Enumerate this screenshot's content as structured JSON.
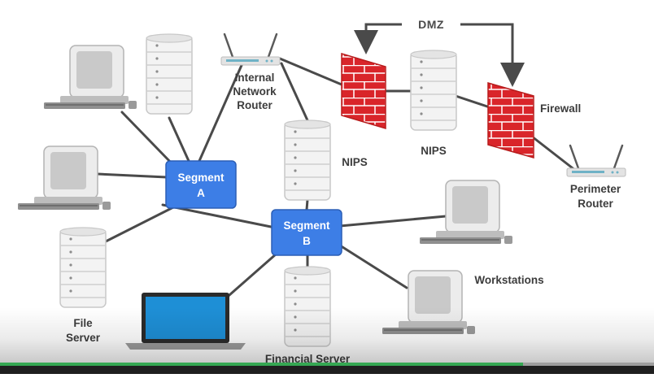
{
  "diagram": {
    "dmz_label": "DMZ",
    "internal_router_label": [
      "Internal",
      "Network",
      "Router"
    ],
    "nips_center_label": "NIPS",
    "nips_dmz_label": "NIPS",
    "firewall_label": "Firewall",
    "perimeter_router_label": [
      "Perimeter",
      "Router"
    ],
    "segment_a_label": [
      "Segment",
      "A"
    ],
    "segment_b_label": [
      "Segment",
      "B"
    ],
    "workstations_label": "Workstations",
    "file_server_label": [
      "File",
      "Server"
    ],
    "financial_server_label": "Financial Server"
  },
  "colors": {
    "segment_blue": "#3d7ee6",
    "firewall_red": "#d9252a",
    "connector_gray": "#4a4a4a",
    "progress_green": "#35a853"
  },
  "video": {
    "progress": 0.8
  }
}
